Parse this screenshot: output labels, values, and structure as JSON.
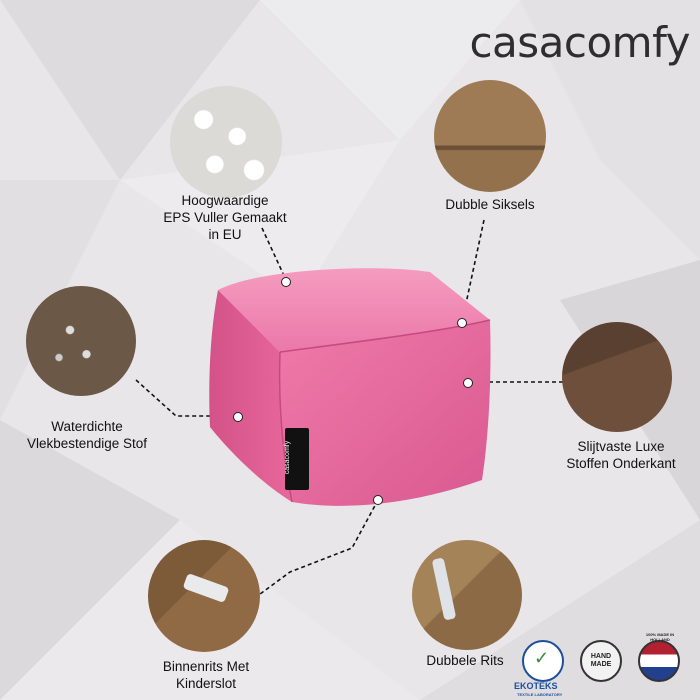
{
  "brand": "casacomfy",
  "colors": {
    "pouf": "#e9699c",
    "pouf_dark": "#d04f84",
    "fabric": "#8a6a4a",
    "background": "#e7e5e8"
  },
  "features": {
    "filler": "Hoogwaardige\nEPS Vuller Gemaakt\nin EU",
    "double_stitch": "Dubble Siksels",
    "waterproof": "Waterdichte\nVlekbestendige Stof",
    "bottom": "Slijtvaste Luxe\nStoffen Onderkant",
    "inner_zip": "Binnenrits Met\nKinderslot",
    "double_zip": "Dubbele Rits"
  },
  "product_tag": "casacomfy",
  "badges": {
    "ekoteks": "EKOTEKS",
    "ekoteks_sub": "TEXTILE LABORATORY",
    "handmade": "HAND\nMADE",
    "holland": "100% MADE IN HOLLAND"
  }
}
